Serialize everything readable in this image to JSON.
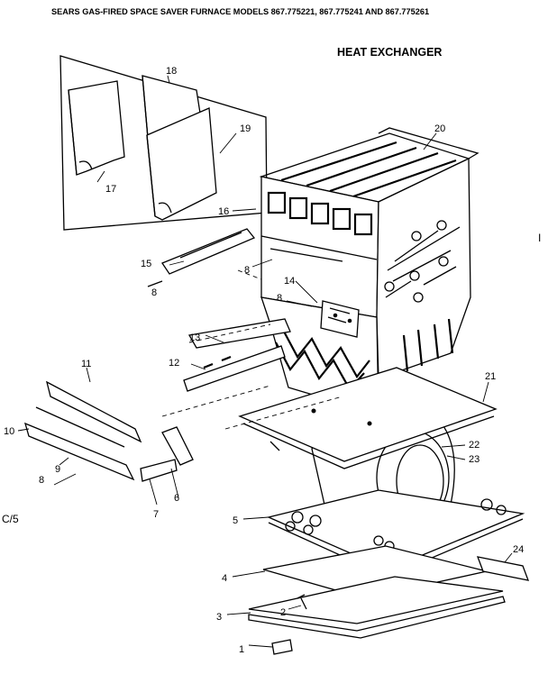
{
  "header": "SEARS GAS-FIRED SPACE SAVER FURNACE MODELS 867.775221, 867.775241 AND 867.775261",
  "title": "HEAT EXCHANGER",
  "side_mark": "C/5",
  "edge_mark": "I",
  "callouts": {
    "c1": "1",
    "c2": "2",
    "c3": "3",
    "c4": "4",
    "c5": "5",
    "c6": "6",
    "c7": "7",
    "c8a": "8",
    "c8b": "8",
    "c8c": "8",
    "c8d": "8",
    "c9": "9",
    "c10": "10",
    "c11": "11",
    "c12": "12",
    "c13": "13",
    "c14": "14",
    "c15": "15",
    "c16": "16",
    "c17": "17",
    "c18": "18",
    "c19": "19",
    "c20": "20",
    "c21": "21",
    "c22": "22",
    "c23": "23",
    "c24": "24"
  }
}
